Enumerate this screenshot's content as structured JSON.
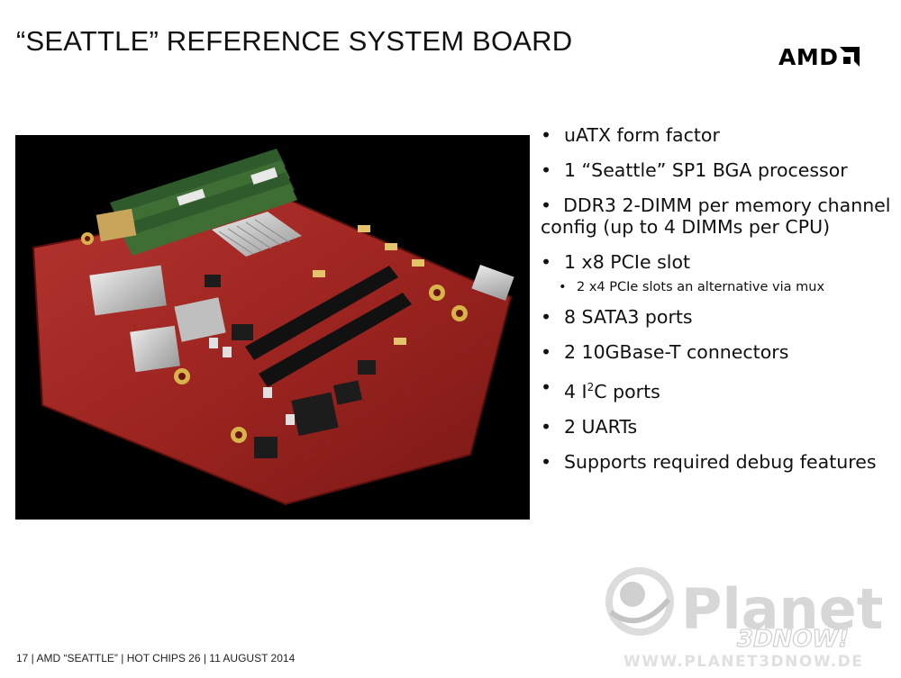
{
  "slide": {
    "title": "“SEATTLE” REFERENCE SYSTEM BOARD",
    "logo_text": "AMD",
    "footer": "17  |  AMD “SEATTLE” | HOT CHIPS 26 | 11 AUGUST 2014"
  },
  "bullets": {
    "b1": "uATX form factor",
    "b2": "1 “Seattle” SP1 BGA processor",
    "b3": "DDR3 2-DIMM per memory channel config (up to 4 DIMMs per CPU)",
    "b4": "1 x8 PCIe slot",
    "b4_sub": "2 x4 PCIe slots an alternative via mux",
    "b5": "8 SATA3 ports",
    "b6": "2 10GBase-T connectors",
    "b7_pre": "4 I",
    "b7_sup": "2",
    "b7_post": "C ports",
    "b8": "2 UARTs",
    "b9": "Supports required debug features"
  },
  "watermark": {
    "brand": "Planet",
    "sub": "3DNOW!",
    "url": "WWW.PLANET3DNOW.DE"
  },
  "icons": {
    "logo_arrow": "amd-arrow-icon",
    "watermark_logo": "planet-swirl-icon"
  }
}
